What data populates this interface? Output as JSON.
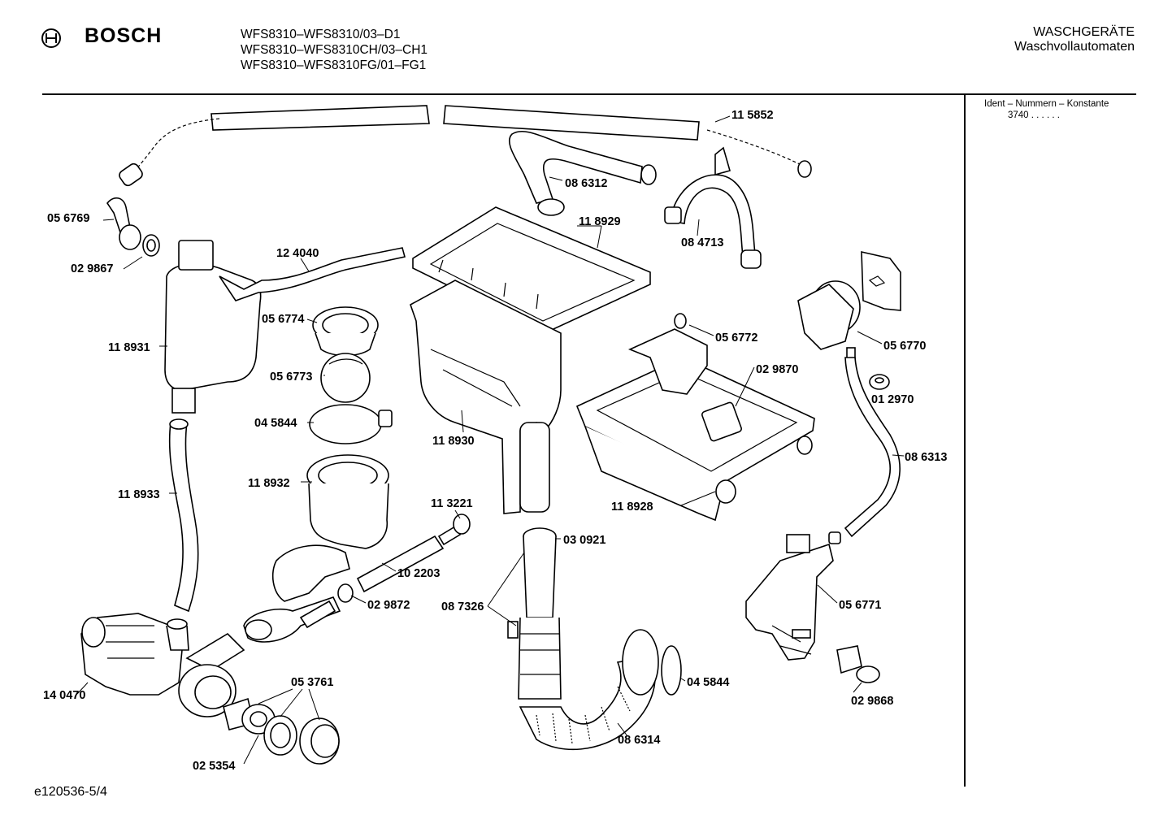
{
  "header": {
    "brand": "BOSCH",
    "models": [
      "WFS8310–WFS8310/03–D1",
      "WFS8310–WFS8310CH/03–CH1",
      "WFS8310–WFS8310FG/01–FG1"
    ],
    "category": "WASCHGERÄTE",
    "subcategory": "Waschvollautomaten"
  },
  "sidebar": {
    "ident_title": "Ident – Nummern – Konstante",
    "ident_value": "3740 . . . . . ."
  },
  "parts": [
    "11 5852",
    "08 6312",
    "11 8929",
    "08 4713",
    "05 6769",
    "02 9867",
    "12 4040",
    "11 8931",
    "05 6774",
    "05 6773",
    "04 5844",
    "05 6772",
    "05 6770",
    "02 9870",
    "01 2970",
    "11 8930",
    "11 8933",
    "11 8932",
    "11 3221",
    "11 8928",
    "08 6313",
    "03 0921",
    "10 2203",
    "02 9872",
    "08 7326",
    "05 6771",
    "14 0470",
    "05 3761",
    "04 5844",
    "02 9868",
    "08 6314",
    "02 5354"
  ],
  "footer": {
    "code": "e120536-5/4"
  }
}
